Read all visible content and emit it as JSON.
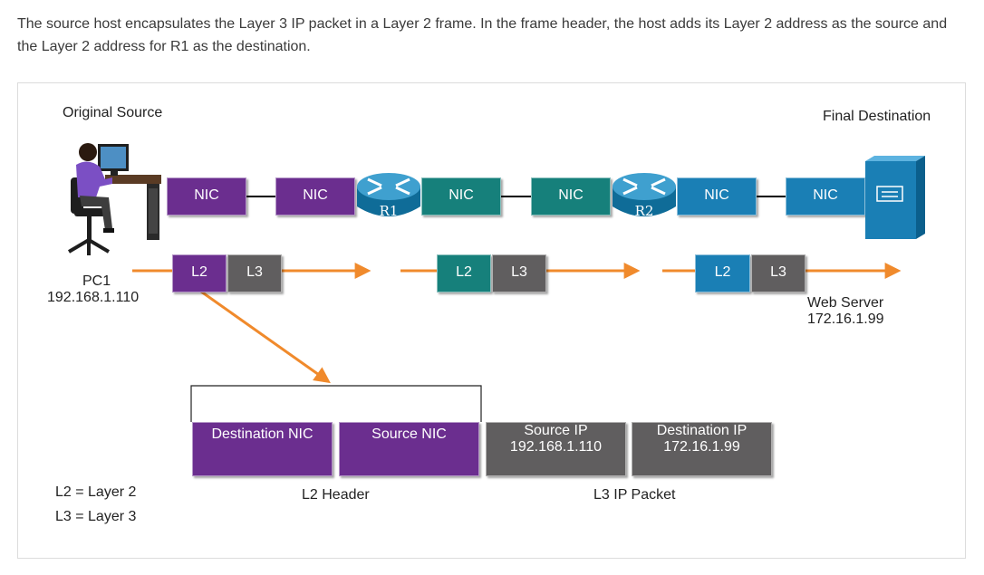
{
  "intro_text": "The source host encapsulates the Layer 3 IP packet in a Layer 2 frame. In the frame header, the host adds its Layer 2 address as the source and the Layer 2 address for R1 as the destination.",
  "labels": {
    "original_source": "Original Source",
    "final_destination": "Final Destination",
    "pc1_name": "PC1",
    "pc1_ip": "192.168.1.110",
    "server_name": "Web Server",
    "server_ip": "172.16.1.99",
    "router1": "R1",
    "router2": "R2",
    "nic": "NIC",
    "l2": "L2",
    "l3": "L3",
    "l2_header": "L2 Header",
    "l3_ip_packet": "L3 IP Packet"
  },
  "frame_fields": {
    "dest_nic": "Destination NIC",
    "source_nic": "Source NIC",
    "source_ip_label": "Source IP",
    "source_ip_value": "192.168.1.110",
    "dest_ip_label": "Destination IP",
    "dest_ip_value": "172.16.1.99"
  },
  "legend": {
    "l2_def": "L2 = Layer 2",
    "l3_def": "L3 = Layer 3"
  },
  "colors": {
    "purple": "#6b2e8f",
    "teal": "#16807b",
    "blue": "#1a7fb5",
    "gray": "#605e5f",
    "arrow": "#f08a2c"
  }
}
